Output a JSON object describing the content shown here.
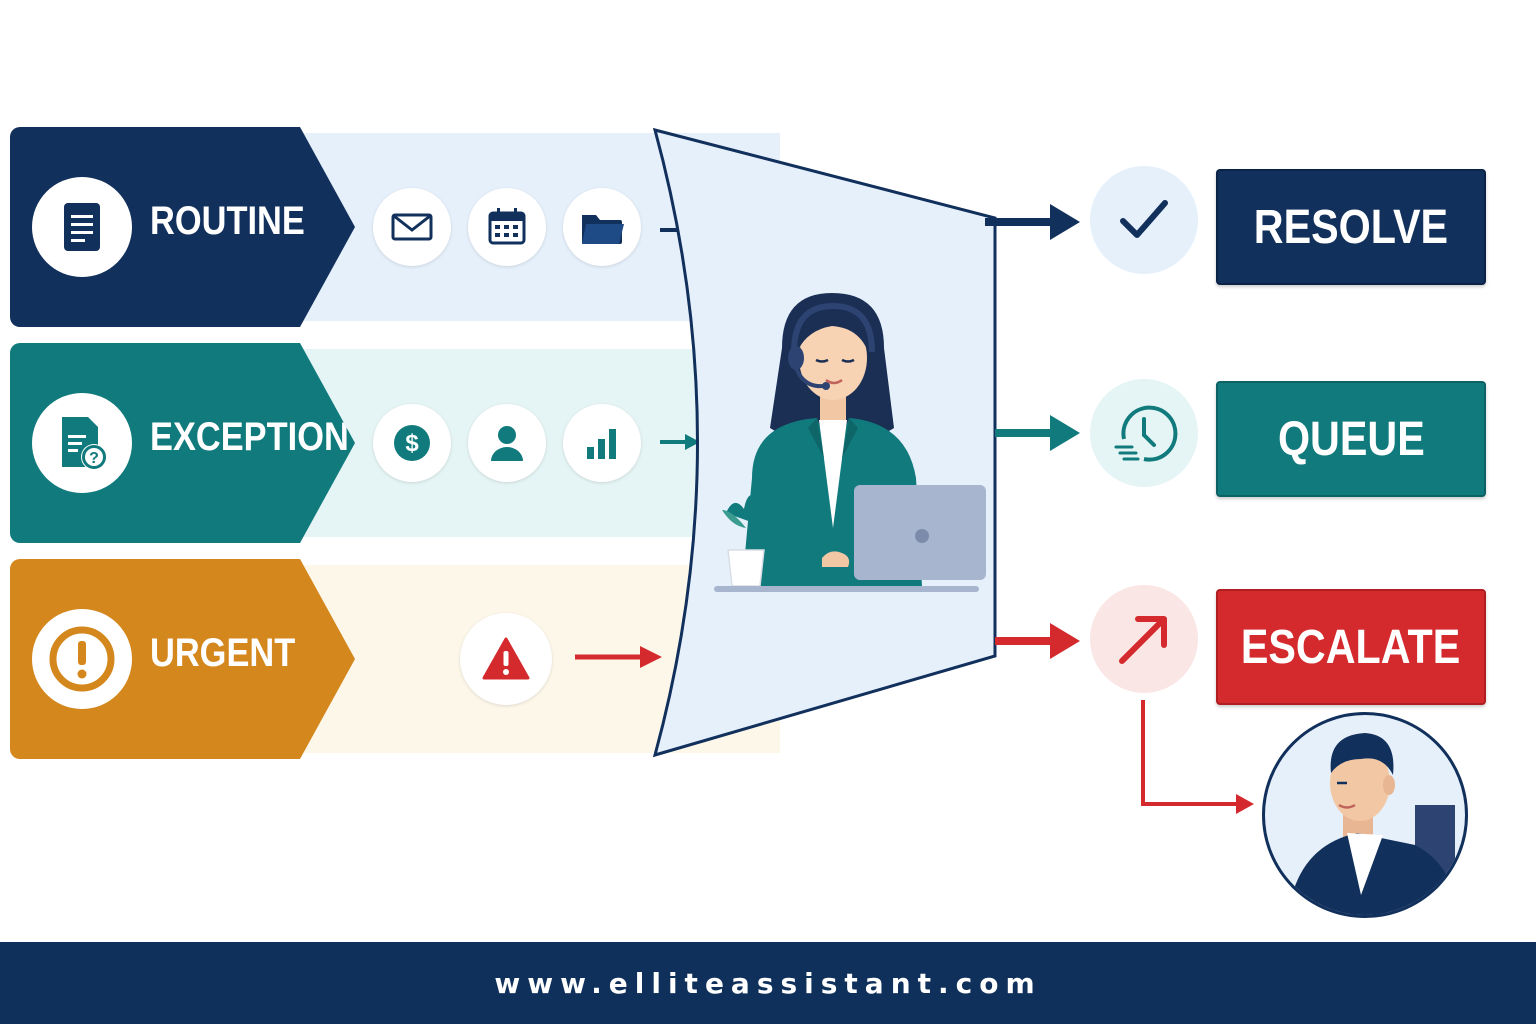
{
  "colors": {
    "navy": "#12305c",
    "teal": "#117a7c",
    "orange": "#d4871c",
    "red": "#d42a2e",
    "navy_light": "#e6f0fb",
    "teal_light": "#e5f4f4",
    "orange_light": "#fdf7ea"
  },
  "categories": [
    {
      "label": "ROUTINE",
      "icon": "document-icon",
      "items": [
        "envelope-icon",
        "calendar-icon",
        "folder-icon"
      ]
    },
    {
      "label": "EXCEPTION",
      "icon": "document-question-icon",
      "items": [
        "dollar-icon",
        "user-icon",
        "bar-chart-icon"
      ]
    },
    {
      "label": "URGENT",
      "icon": "exclamation-icon",
      "items": [
        "warning-icon"
      ]
    }
  ],
  "center": {
    "icon": "assistant-with-headset-icon"
  },
  "outcomes": [
    {
      "label": "RESOLVE",
      "icon": "checkmark-icon"
    },
    {
      "label": "QUEUE",
      "icon": "clock-icon"
    },
    {
      "label": "ESCALATE",
      "icon": "arrow-up-right-icon"
    }
  ],
  "escalation_target": {
    "icon": "manager-avatar-icon"
  },
  "footer": {
    "url": "www.elliteassistant.com"
  }
}
